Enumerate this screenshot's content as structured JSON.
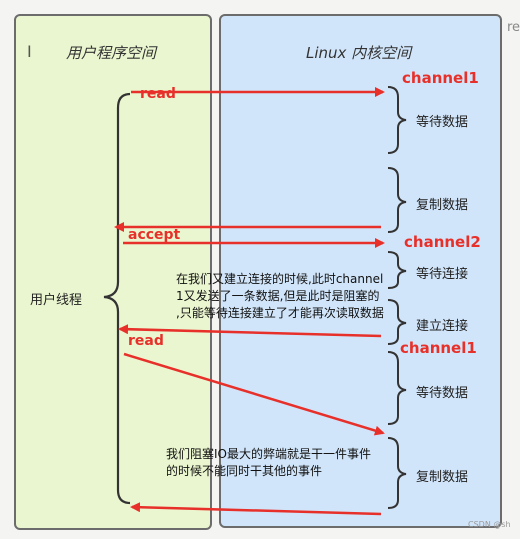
{
  "panels": {
    "user_space": "用户程序空间",
    "kernel_space": "Linux 内核空间"
  },
  "user_thread": "用户线程",
  "calls": {
    "read_1": "read",
    "accept": "accept",
    "read_2": "read"
  },
  "channels": {
    "channel_1a": "channel1",
    "channel_2": "channel2",
    "channel_1b": "channel1"
  },
  "kernel_steps": {
    "wait_data_1": "等待数据",
    "copy_data_1": "复制数据",
    "wait_connect": "等待连接",
    "establish_connect": "建立连接",
    "wait_data_2": "等待数据",
    "copy_data_2": "复制数据"
  },
  "notes": {
    "note_1": [
      "在我们又建立连接的时候,此时channel",
      "1又发送了一条数据,但是此时是阻塞的",
      ",只能等待连接建立了才能再次读取数据"
    ],
    "note_2": [
      "我们阻塞IO最大的弊端就是干一件事件",
      "的时候不能同时干其他的事件"
    ]
  },
  "edge_text": "re",
  "watermark": "CSDN @sh",
  "colors": {
    "user_panel": "#eaf6cf",
    "kernel_panel": "#d1e5fa",
    "arrow": "#e8302a"
  },
  "icons": {
    "cursor": "text-cursor-icon"
  }
}
